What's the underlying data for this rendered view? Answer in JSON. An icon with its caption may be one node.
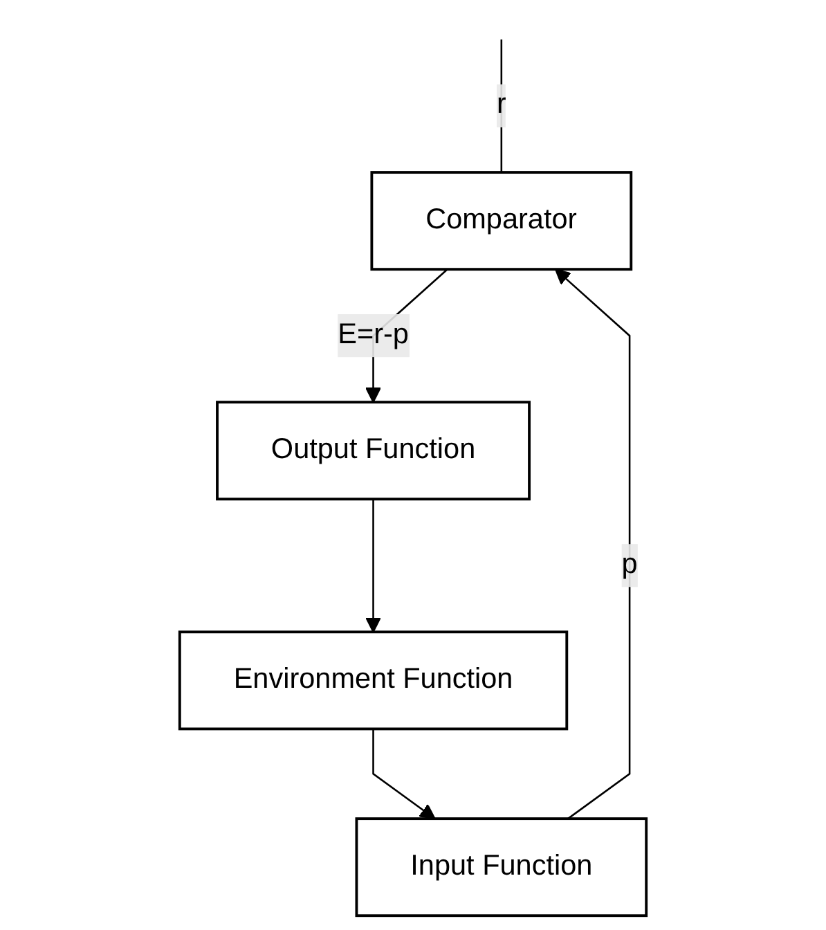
{
  "diagram": {
    "nodes": [
      {
        "text": [
          "Comparator"
        ]
      },
      {
        "text": [
          "Output Function"
        ]
      },
      {
        "text": [
          "Environment Function"
        ]
      },
      {
        "text": [
          "Input Function"
        ]
      }
    ],
    "edges": [
      {
        "from": null,
        "to": 0,
        "arrow": "none",
        "label": "r"
      },
      {
        "from": 0,
        "to": 1,
        "arrow": "to",
        "label": "E=r-p"
      },
      {
        "from": 1,
        "to": 2,
        "arrow": "to"
      },
      {
        "from": 2,
        "to": 3,
        "arrow": "to"
      },
      {
        "from": 3,
        "to": 0,
        "arrow": "to",
        "label": "p"
      }
    ]
  }
}
